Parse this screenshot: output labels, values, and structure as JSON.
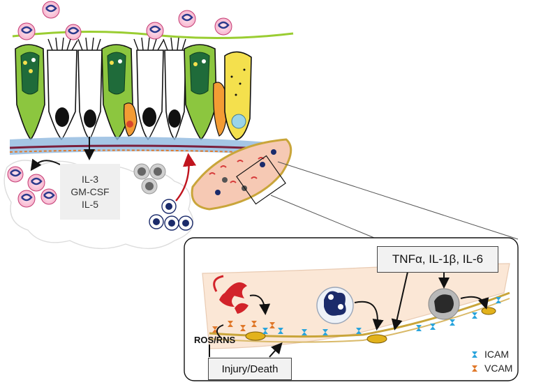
{
  "cytokines_box": {
    "line1": "IL-3",
    "line2": "GM-CSF",
    "line3": "IL-5"
  },
  "inflammation_box": "TNFα, IL-1β, IL-6",
  "injury_box": "Injury/Death",
  "ros_label": "ROS/RNS",
  "legend": {
    "icam": "ICAM",
    "vcam": "VCAM"
  },
  "colors": {
    "goblet_green": "#8cc63f",
    "ciliated_white": "#ffffff",
    "yellow_cell": "#f4e04d",
    "orange_cell": "#f39c34",
    "vessel_fill": "#f6c9b4",
    "endothelium": "#c9a53a",
    "icam_blue": "#2aa4dc",
    "vcam_orange": "#e0782a",
    "arrow_red": "#c0141e"
  }
}
